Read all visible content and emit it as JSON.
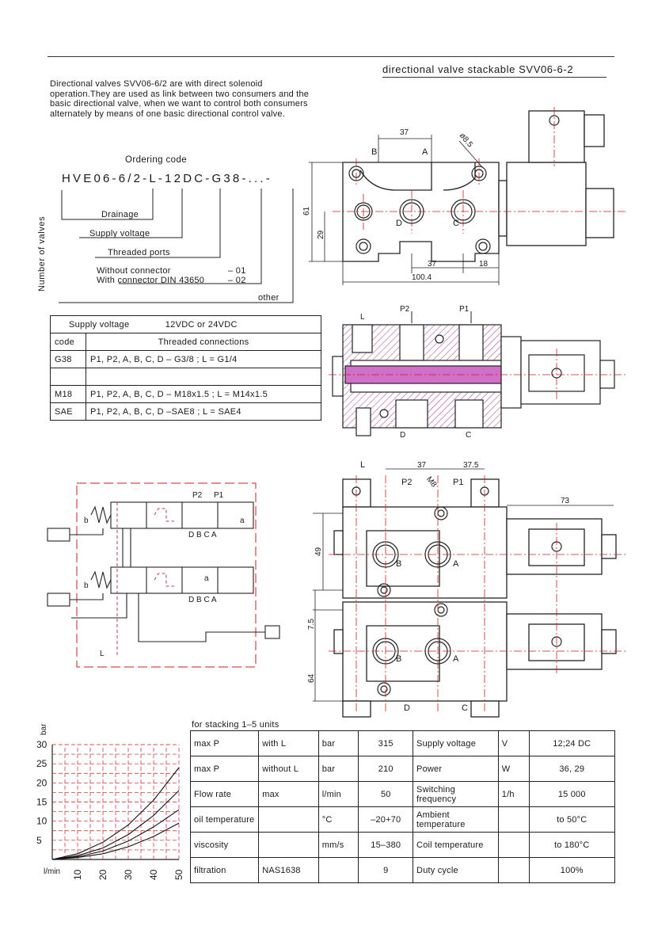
{
  "header": {
    "title": "directional valve stackable SVV06-6-2"
  },
  "intro": {
    "text": "Directional valves SVV06-6/2 are with direct solenoid operation.They are used as link between two consumers and the basic directional valve, when we want to control both consumers alternately by means of one basic directional control valve."
  },
  "ordering": {
    "title": "Ordering code",
    "code": "HVE06-6/2-L-12DC-G38-...-",
    "drainage": "Drainage",
    "supply_voltage": "Supply voltage",
    "threaded_ports": "Threaded ports",
    "without_connector": "Without connector",
    "without_code": "– 01",
    "with_connector": "With connector DIN 43650",
    "with_code": "– 02",
    "other": "other",
    "number_of_valves": "Number of valves"
  },
  "supply_table": {
    "supply_label": "Supply voltage",
    "supply_value": "12VDC or 24VDC",
    "col_code": "code",
    "col_threads": "Threaded connections",
    "rows": [
      {
        "code": "G38",
        "desc": "P1, P2, A, B, C, D – G3/8 ; L = G1/4"
      },
      {
        "code": "",
        "desc": ""
      },
      {
        "code": "M18",
        "desc": "P1, P2, A, B, C, D – M18x1.5 ; L = M14x1.5"
      },
      {
        "code": "SAE",
        "desc": "P1, P2, A, B, C, D –SAE8 ; L = SAE4"
      }
    ]
  },
  "drawing": {
    "top": {
      "d37": "37",
      "dia": "ø8.5",
      "d61": "61",
      "d29": "29",
      "d37b": "37",
      "d18": "18",
      "d100": "100.4",
      "B": "B",
      "A": "A",
      "D": "D",
      "C": "C"
    },
    "section": {
      "L": "L",
      "P2": "P2",
      "P1": "P1",
      "D": "D",
      "C": "C"
    },
    "plan": {
      "L": "L",
      "d37": "37",
      "d375": "37.5",
      "P2": "P2",
      "M8": "M8",
      "P1": "P1",
      "d73": "73",
      "d49": "49",
      "d75": "7.5",
      "d64": "64",
      "B": "B",
      "A": "A",
      "D": "D",
      "C": "C"
    },
    "schematic": {
      "P2": "P2",
      "P1": "P1",
      "b": "b",
      "a": "a",
      "ports": "D B C A",
      "L": "L"
    }
  },
  "chart_data": {
    "type": "line",
    "ylabel": "bar",
    "xlabel": "l/min",
    "x_ticks": [
      10,
      20,
      30,
      40,
      50
    ],
    "y_ticks": [
      5,
      10,
      15,
      20,
      25,
      30
    ],
    "xlim": [
      0,
      50
    ],
    "ylim": [
      0,
      30
    ],
    "grid": true,
    "series": [
      {
        "x": [
          0,
          10,
          20,
          30,
          40,
          50
        ],
        "y": [
          0,
          1.5,
          4.5,
          9,
          15.5,
          24
        ]
      },
      {
        "x": [
          0,
          10,
          20,
          30,
          40,
          50
        ],
        "y": [
          0,
          1,
          3,
          6.5,
          11.5,
          18
        ]
      },
      {
        "x": [
          0,
          10,
          20,
          30,
          40,
          50
        ],
        "y": [
          0,
          0.7,
          2.2,
          4.8,
          8.5,
          13
        ]
      },
      {
        "x": [
          0,
          10,
          20,
          30,
          40,
          50
        ],
        "y": [
          0,
          0.5,
          1.5,
          3.3,
          6,
          9.5
        ]
      }
    ]
  },
  "spec": {
    "stacking": "for stacking 1–5 units",
    "rows": [
      [
        "max P",
        "with L",
        "bar",
        "315",
        "Supply voltage",
        "V",
        "12;24 DC"
      ],
      [
        "max P",
        "without L",
        "bar",
        "210",
        "Power",
        "W",
        "36, 29"
      ],
      [
        "Flow rate",
        "max",
        "l/min",
        "50",
        "Switching frequency",
        "1/h",
        "15 000"
      ],
      [
        "oil temperature",
        "",
        "°C",
        "–20+70",
        "Ambient temperature",
        "",
        "to 50°C"
      ],
      [
        "viscosity",
        "",
        "mm/s",
        "15–380",
        "Coil temperature",
        "",
        "to 180°C"
      ],
      [
        "filtration",
        "NAS1638",
        "",
        "9",
        "Duty cycle",
        "",
        "100%"
      ]
    ]
  }
}
